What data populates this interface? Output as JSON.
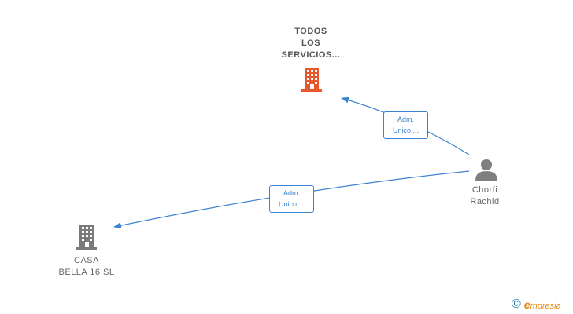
{
  "colors": {
    "accent": "#e8572a",
    "building": "#7a7a7a",
    "person": "#7f7f7f",
    "edge": "#3b82d0",
    "brand_orange": "#e58a14",
    "brand_blue": "#1f7fb5"
  },
  "nodes": {
    "todos": {
      "label": "TODOS\nLOS\nSERVICIOS...",
      "icon": "building-icon"
    },
    "casa": {
      "label": "CASA\nBELLA 16  SL",
      "icon": "building-icon"
    },
    "person": {
      "label": "Chorfi\nRachid",
      "icon": "person-icon"
    }
  },
  "edges": [
    {
      "from": "person",
      "to": "todos",
      "label_line1": "Adm.",
      "label_line2": "Unico,..."
    },
    {
      "from": "person",
      "to": "casa",
      "label_line1": "Adm.",
      "label_line2": "Unico,..."
    }
  ],
  "brand": {
    "copyright_symbol": "©",
    "name": "mpresia",
    "initial": "e"
  }
}
